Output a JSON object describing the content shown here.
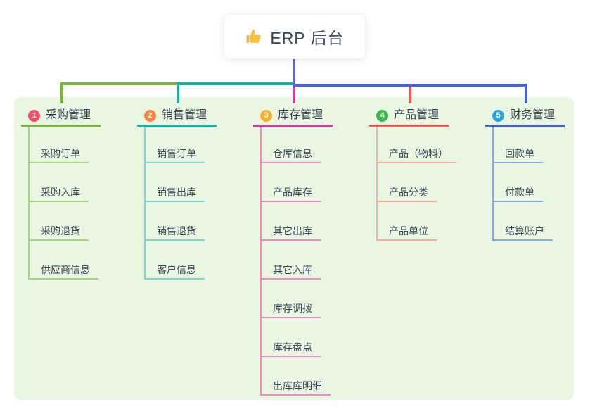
{
  "root": {
    "label": "ERP 后台",
    "icon": "thumbs-up-icon",
    "icon_color": "#f6c23e",
    "connector_color": "#5b6cc4"
  },
  "canvas": {
    "background": "#ffffff",
    "panel_color": "#e9f6e2"
  },
  "branches": [
    {
      "num": "1",
      "label": "采购管理",
      "badge_color": "#ef5068",
      "line_color": "#7cb342",
      "light_color": "#a9d47f",
      "children": [
        "采购订单",
        "采购入库",
        "采购退货",
        "供应商信息"
      ]
    },
    {
      "num": "2",
      "label": "销售管理",
      "badge_color": "#f08440",
      "line_color": "#12b2ac",
      "light_color": "#7fd6d0",
      "children": [
        "销售订单",
        "销售出库",
        "销售退货",
        "客户信息"
      ]
    },
    {
      "num": "3",
      "label": "库存管理",
      "badge_color": "#f5b02f",
      "line_color": "#d23c9e",
      "light_color": "#ee8ac6",
      "children": [
        "仓库信息",
        "产品库存",
        "其它出库",
        "其它入库",
        "库存调拨",
        "库存盘点",
        "出库库明细"
      ]
    },
    {
      "num": "4",
      "label": "产品管理",
      "badge_color": "#3cb54e",
      "line_color": "#f15b52",
      "light_color": "#f9aba3",
      "children": [
        "产品（物料）",
        "产品分类",
        "产品单位"
      ]
    },
    {
      "num": "5",
      "label": "财务管理",
      "badge_color": "#29a6db",
      "line_color": "#4565cb",
      "light_color": "#90a8de",
      "children": [
        "回款单",
        "付款单",
        "结算账户"
      ]
    }
  ]
}
